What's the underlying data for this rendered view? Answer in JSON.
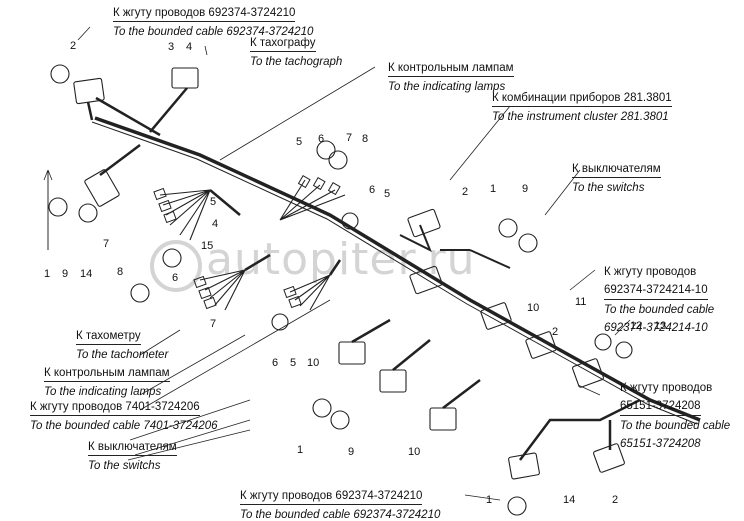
{
  "watermark": "autopiter.ru",
  "labels": {
    "bounded_top_ru": "К жгуту проводов 692374-3724210",
    "bounded_top_en": "To the bounded cable 692374-3724210",
    "tacho_ru": "К тахографу",
    "tacho_en": "To the tachograph",
    "lamps_top_ru": "К контрольным лампам",
    "lamps_top_en": "To the indicating lamps",
    "cluster_ru": "К комбинации приборов 281.3801",
    "cluster_en": "To the instrument cluster 281.3801",
    "switch_right_ru": "К выключателям",
    "switch_right_en": "To the switchs",
    "bounded_r1_ru": "К жгуту проводов",
    "bounded_r1_code": "692374-3724214-10",
    "bounded_r1_en": "To the bounded cable",
    "bounded_r1_en_code": "692374-3724214-10",
    "bounded_r2_ru": "К жгуту проводов",
    "bounded_r2_code": "65151-3724208",
    "bounded_r2_en": "To the bounded cable",
    "bounded_r2_en_code": "65151-3724208",
    "tachometer_ru": "К тахометру",
    "tachometer_en": "To the tachometer",
    "lamps_left_ru": "К контрольным лампам",
    "lamps_left_en": "To the indicating lamps",
    "bounded_left_ru": "К жгуту проводов 7401-3724206",
    "bounded_left_en": "To the bounded cable 7401-3724206",
    "switch_left_ru": "К выключателям",
    "switch_left_en": "To the switchs",
    "bounded_bottom_ru": "К жгуту проводов 692374-3724210",
    "bounded_bottom_en": "To the bounded cable 692374-3724210"
  },
  "callouts": [
    "1",
    "2",
    "3",
    "4",
    "5",
    "6",
    "7",
    "8",
    "9",
    "10",
    "11",
    "12",
    "13",
    "14",
    "15"
  ]
}
